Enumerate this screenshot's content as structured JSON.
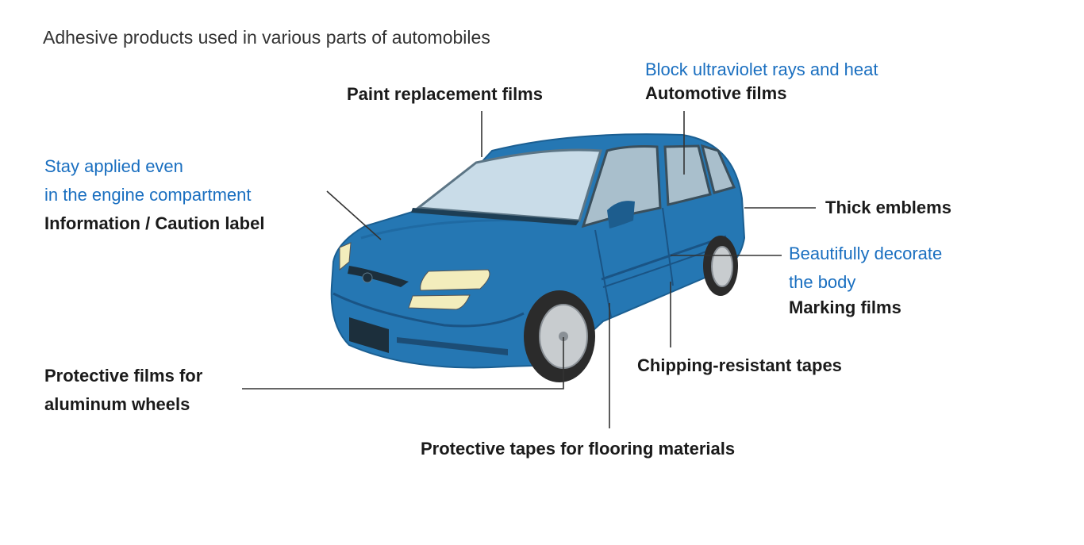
{
  "title": "Adhesive products used in various parts of automobiles",
  "colors": {
    "accent_blue": "#1a6fc0",
    "car_body": "#2577b3",
    "text_dark": "#1a1a1a"
  },
  "labels": {
    "paint": {
      "name": "Paint replacement films"
    },
    "automotive": {
      "note": "Block ultraviolet rays and heat",
      "name": "Automotive films"
    },
    "info": {
      "note1": "Stay applied even",
      "note2": "in the engine compartment",
      "name": "Information / Caution label"
    },
    "emblems": {
      "name": "Thick emblems"
    },
    "marking": {
      "note1": "Beautifully decorate",
      "note2": "the body",
      "name": "Marking films"
    },
    "chipping": {
      "name": "Chipping-resistant tapes"
    },
    "wheels": {
      "name1": "Protective films for",
      "name2": "aluminum wheels"
    },
    "flooring": {
      "name": "Protective tapes for flooring materials"
    }
  }
}
